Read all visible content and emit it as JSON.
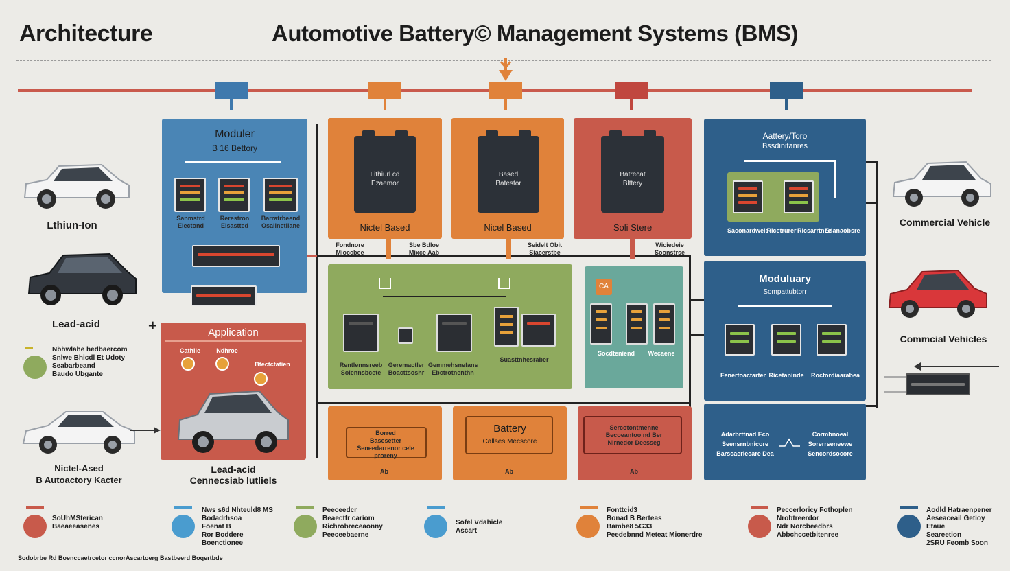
{
  "header": {
    "left_title": "Architecture",
    "main_title": "Automotive Battery© Management Systems (BMS)"
  },
  "colors": {
    "blue": "#4a85b5",
    "orange": "#e0823a",
    "red": "#c85a4b",
    "green": "#8faa5e",
    "teal": "#6aa89b",
    "navy": "#2e5f8a",
    "bus": "#c95a4d"
  },
  "left_cars": [
    {
      "label": "Lthiun-Ion",
      "color": "#ffffff"
    },
    {
      "label": "Lead-acid",
      "color": "#2e3135"
    },
    {
      "label": "Nictel-Ased\nB Autoactory Kacter",
      "color": "#ffffff"
    }
  ],
  "right_cars": [
    {
      "label": "Commercial Vehicle",
      "color": "#ffffff"
    },
    {
      "label": "Commcial Vehicles",
      "color": "#d9373a"
    }
  ],
  "panels": {
    "modular_battery": {
      "title": "Moduler",
      "subtitle": "B 16 Bettory",
      "notes": [
        "Sanmstrd\nElectond",
        "Rerestron\nElsastted",
        "Barratrbeend\nOsallnetilane"
      ]
    },
    "lithium": {
      "cell": "Lithiurl cd\nEzaemor",
      "label": "Nictel Based",
      "note": "Fondnore\nMioccbee"
    },
    "nickel": {
      "cell": "Based\nBatestor",
      "label": "Nicel Based",
      "note": "Sbe Bdloe\nMixce Aab"
    },
    "solid_state": {
      "cell": "Batrecat\nBlttery",
      "label": "Soli Stere",
      "note": "Seidelt Obit\nSiacerstbe"
    },
    "battery_topology": {
      "title": "Aattery/Toro",
      "subtitle": "Bssdinitanres",
      "notes": [
        "Saconardwele",
        "Ricetrurer",
        "Ricsarrtnee",
        "Edanaobsre"
      ]
    },
    "mid_note_right": "Wiciedeie\nSoonstrse",
    "application": {
      "title": "Application",
      "tags": [
        "Cathlle",
        "Ndhroe",
        "Btectctatien"
      ],
      "caption": "Lead-acid\nCennecsiab lutliels"
    },
    "green_bus": {
      "notes": [
        "Rentlennsreeb\nSolennsbcete",
        "Geremactler\nBoacttsoshr",
        "Gemmehsnefans\nEbctrotnenthn",
        "Suasttnhesraber"
      ]
    },
    "teal_box": {
      "tag": "CA",
      "note": "Socdteniend",
      "note2": "Wecaene"
    },
    "moduluary": {
      "title": "Moduluary",
      "subtitle": "Sompattubtorr",
      "notes": [
        "Fenertoactarter",
        "Ricetaninde",
        "Roctordiaarabea"
      ]
    },
    "bottom_orange_1": {
      "text": "Borred\nBasesetter\nSeneedarrenor cele\nproreny",
      "foot": "Ab"
    },
    "bottom_orange_2": {
      "title": "Battery",
      "subtitle": "Callses Mecscore",
      "foot": "Ab"
    },
    "bottom_red": {
      "text": "Sercotontmenne\nBecoeantoo nd Ber\nNirnedor Deesseg",
      "foot": "Ab"
    },
    "bottom_navy": {
      "left": "Adarbrttnad Eco\nSeensrnbnicore\nBarscaeriecare Dea",
      "right": "Cormbnoeal\nSorerrseneewe\nSencordsocore"
    }
  },
  "side_left_legend": {
    "text": "Nbhwlahe hedbaercom\nSnlwe Bhicdl Et Udoty\nSeabarbeand\nBaudo Ubgante"
  },
  "bottom_legend": [
    {
      "color": "#c85a4b",
      "text": "SoUhMSterican\nBaeaeeasenes"
    },
    {
      "color": "#4a9ccf",
      "text": "Nws s6d Nhteuld8 MS\nBodadrhsoa\nFoenat B\nRor Boddere\nBoenctionee"
    },
    {
      "color": "#8faa5e",
      "text": "Peeceedcr\nBeaectfr cariom\nRichrobreceaonny\nPeeceebaerne"
    },
    {
      "color": "#4a9ccf",
      "text": "Sofel Vdahicle\nAscart"
    },
    {
      "color": "#e0823a",
      "text": "Fonttcid3\nBonad B Berteas\nBambe8 5G33\nPeedebnnd Meteat Mionerdre"
    },
    {
      "color": "#c85a4b",
      "text": "Peccerloricy Fothoplen\nNrobtreerdor\nNdr Norcbeedbrs\nAbbchccetbitenree"
    },
    {
      "color": "#2e5f8a",
      "text": "Aodld Hatraenpener\nAeseaceail Getioy\nEtaue\nSeareetion\n2SRU Feomb Soon"
    }
  ],
  "footer_note": "Sodobrbe Rd Boenccaetrcetor ccnorAscartoerg Bastbeerd Boqertbde",
  "arrow_label": "+"
}
